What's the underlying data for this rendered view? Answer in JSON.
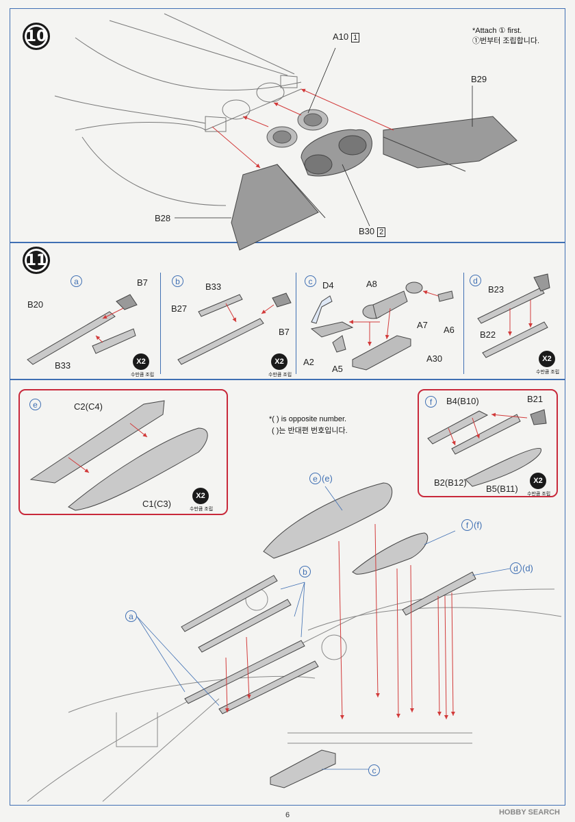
{
  "steps": {
    "s10": "10",
    "s11": "11"
  },
  "notes": {
    "attach_first_en": "*Attach ① first.",
    "attach_first_ko": "①번부터 조립합니다.",
    "opposite_en": "*(  ) is opposite number.",
    "opposite_ko": "(  )는 반대편 번호입니다."
  },
  "step10_parts": {
    "a10": "A10",
    "a10_order": "1",
    "b29": "B29",
    "b28": "B28",
    "b30": "B30",
    "b30_order": "2"
  },
  "sub_a": {
    "letter": "a",
    "b7": "B7",
    "b20": "B20",
    "b33": "B33"
  },
  "sub_b": {
    "letter": "b",
    "b33": "B33",
    "b27": "B27",
    "b7": "B7"
  },
  "sub_c": {
    "letter": "c",
    "d4": "D4",
    "a8": "A8",
    "a7": "A7",
    "a6": "A6",
    "a2": "A2",
    "a5": "A5",
    "a30": "A30"
  },
  "sub_d": {
    "letter": "d",
    "b23": "B23",
    "b22": "B22"
  },
  "sub_e": {
    "letter": "e",
    "c2": "C2(C4)",
    "c1": "C1(C3)"
  },
  "sub_f": {
    "letter": "f",
    "b4": "B4(B10)",
    "b21": "B21",
    "b2": "B2(B12)",
    "b5": "B5(B11)"
  },
  "x2": {
    "label": "X2",
    "caption": "수만큼 조립"
  },
  "callouts": {
    "ee": "e",
    "ee2": "(e)",
    "ff": "f",
    "ff2": "(f)",
    "dd": "d",
    "dd2": "(d)",
    "a": "a",
    "b": "b",
    "c": "c"
  },
  "page_number": "6",
  "watermark": "HOBBY SEARCH",
  "colors": {
    "frame": "#3f6fb3",
    "red_box": "#c8283a",
    "arrow": "#d23a3a",
    "part_gray": "#9b9b9b"
  }
}
